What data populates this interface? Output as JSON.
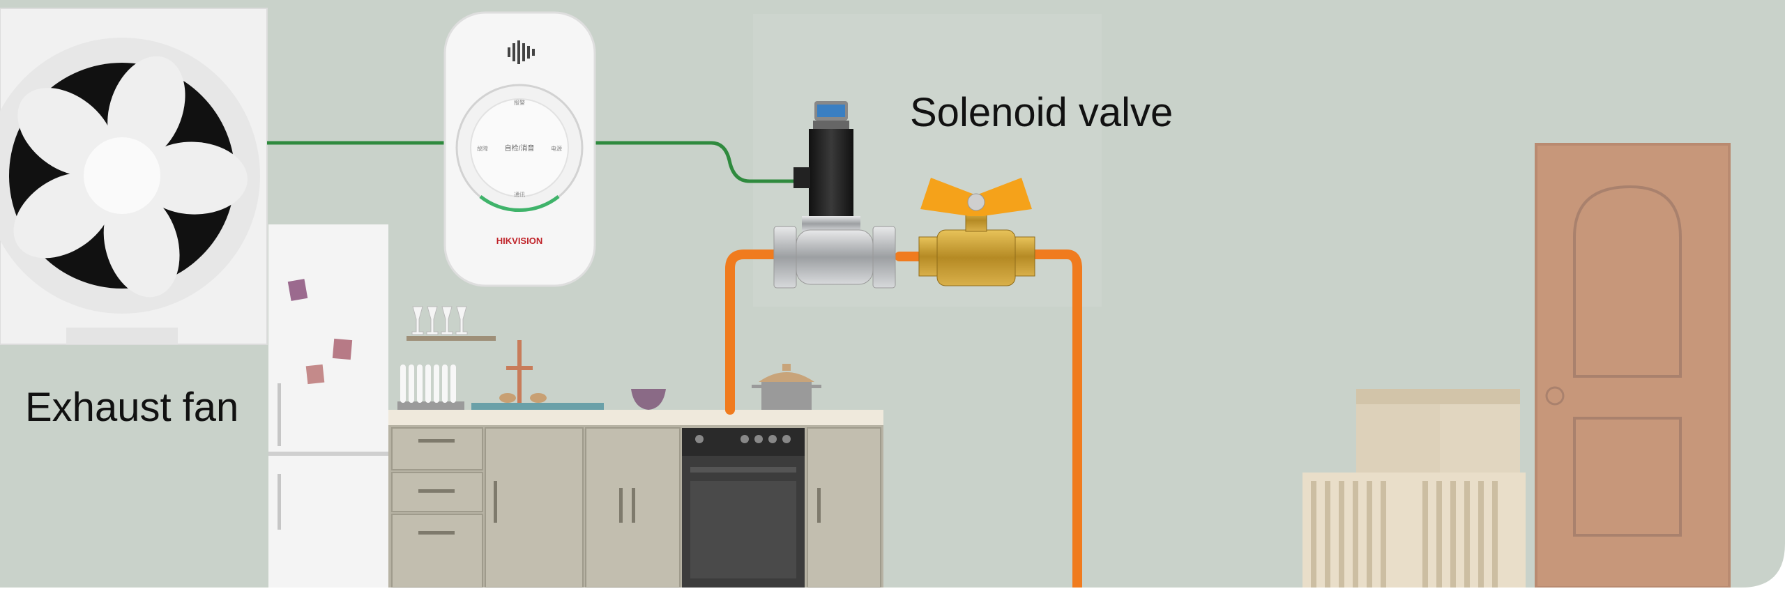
{
  "labels": {
    "exhaust_fan": "Exhaust fan",
    "solenoid_valve": "Solenoid valve"
  },
  "detector": {
    "brand": "HIKVISION",
    "button_text": "自检/消音",
    "ring_top": "报警",
    "ring_left": "故障",
    "ring_right": "电源",
    "ring_bottom": "通讯"
  },
  "colors": {
    "wall": "#c9d2ca",
    "wire": "#2f8a3e",
    "gas_pipe": "#f07b1e",
    "valve_handle": "#f5a21a",
    "brass": "#c9a23a",
    "door": "#c7977a"
  },
  "icons": [
    "fan-icon",
    "speaker-icon",
    "valve-icon",
    "door-icon"
  ]
}
